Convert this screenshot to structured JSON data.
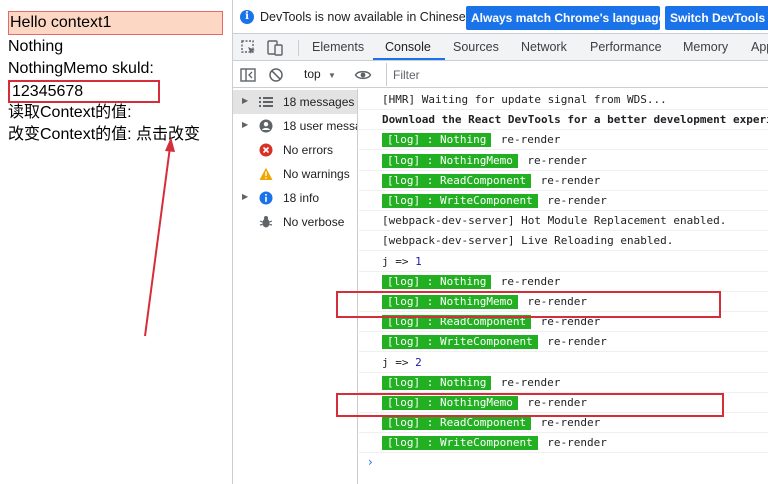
{
  "app": {
    "hello": "Hello context1",
    "nothing": "Nothing",
    "nothing_memo": "NothingMemo skuld:",
    "input_value": "12345678",
    "read_label": "读取Context的值:",
    "change_label": "改变Context的值:",
    "change_button": "点击改变"
  },
  "devtools": {
    "infobar": {
      "message": "DevTools is now available in Chinese!",
      "match_button": "Always match Chrome's language",
      "switch_button": "Switch DevTools to Chinese"
    },
    "tabs": [
      "Elements",
      "Console",
      "Sources",
      "Network",
      "Performance",
      "Memory",
      "Application"
    ],
    "active_tab": "Console",
    "toolbar": {
      "context": "top",
      "filter_placeholder": "Filter"
    },
    "sidebar": [
      {
        "label": "18 messages",
        "icon": "list-icon"
      },
      {
        "label": "18 user messages",
        "icon": "user-icon"
      },
      {
        "label": "No errors",
        "icon": "error-icon"
      },
      {
        "label": "No warnings",
        "icon": "warning-icon"
      },
      {
        "label": "18 info",
        "icon": "info-icon"
      },
      {
        "label": "No verbose",
        "icon": "bug-icon"
      }
    ],
    "console": [
      {
        "type": "text",
        "text": "[HMR] Waiting for update signal from WDS..."
      },
      {
        "type": "bold",
        "text": "Download the React DevTools for a better development experience"
      },
      {
        "type": "log",
        "badge": "[log] : Nothing",
        "rest": "re-render"
      },
      {
        "type": "log",
        "badge": "[log] : NothingMemo",
        "rest": "re-render"
      },
      {
        "type": "log",
        "badge": "[log] : ReadComponent",
        "rest": "re-render"
      },
      {
        "type": "log",
        "badge": "[log] : WriteComponent",
        "rest": "re-render"
      },
      {
        "type": "text",
        "text": "[webpack-dev-server] Hot Module Replacement enabled."
      },
      {
        "type": "text",
        "text": "[webpack-dev-server] Live Reloading enabled."
      },
      {
        "type": "jline",
        "prefix": "j =>",
        "value": "1"
      },
      {
        "type": "log",
        "badge": "[log] : Nothing",
        "rest": "re-render"
      },
      {
        "type": "log",
        "badge": "[log] : NothingMemo",
        "rest": "re-render"
      },
      {
        "type": "log",
        "badge": "[log] : ReadComponent",
        "rest": "re-render"
      },
      {
        "type": "log",
        "badge": "[log] : WriteComponent",
        "rest": "re-render"
      },
      {
        "type": "jline",
        "prefix": "j =>",
        "value": "2"
      },
      {
        "type": "log",
        "badge": "[log] : Nothing",
        "rest": "re-render"
      },
      {
        "type": "log",
        "badge": "[log] : NothingMemo",
        "rest": "re-render"
      },
      {
        "type": "log",
        "badge": "[log] : ReadComponent",
        "rest": "re-render"
      },
      {
        "type": "log",
        "badge": "[log] : WriteComponent",
        "rest": "re-render"
      }
    ],
    "prompt": "›"
  },
  "colors": {
    "log_badge": "#22b022",
    "highlight": "#d62d3a",
    "accent": "#1a73e8"
  }
}
